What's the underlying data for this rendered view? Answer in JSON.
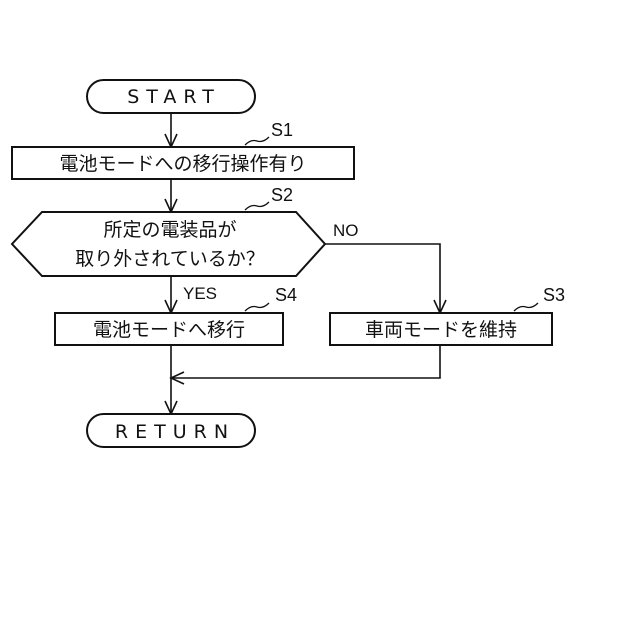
{
  "flowchart": {
    "start": "START",
    "s1": {
      "id": "S1",
      "text": "電池モードへの移行操作有り"
    },
    "s2": {
      "id": "S2",
      "line1": "所定の電装品が",
      "line2": "取り外されているか？"
    },
    "s3": {
      "id": "S3",
      "text": "車両モードを維持"
    },
    "s4": {
      "id": "S4",
      "text": "電池モードへ移行"
    },
    "yes": "YES",
    "no": "NO",
    "end": "RETURN"
  }
}
